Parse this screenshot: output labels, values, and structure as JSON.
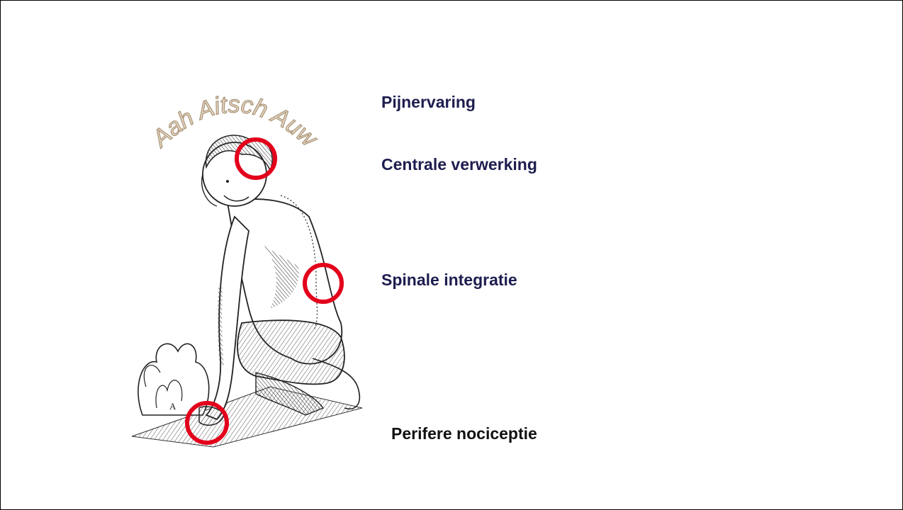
{
  "slide": {
    "arch_text": "Aah Aitsch Auw",
    "labels": {
      "pijnervaring": "Pijnervaring",
      "centrale": "Centrale verwerking",
      "spinale": "Spinale integratie",
      "perifere": "Perifere nociceptie"
    },
    "figure_mark": "A",
    "colors": {
      "label_primary": "#1d1d4f",
      "label_secondary": "#111111",
      "highlight_circle": "#e3001b",
      "arch_text_fill": "#e8d7c4",
      "arch_text_stroke": "#a89478"
    }
  }
}
